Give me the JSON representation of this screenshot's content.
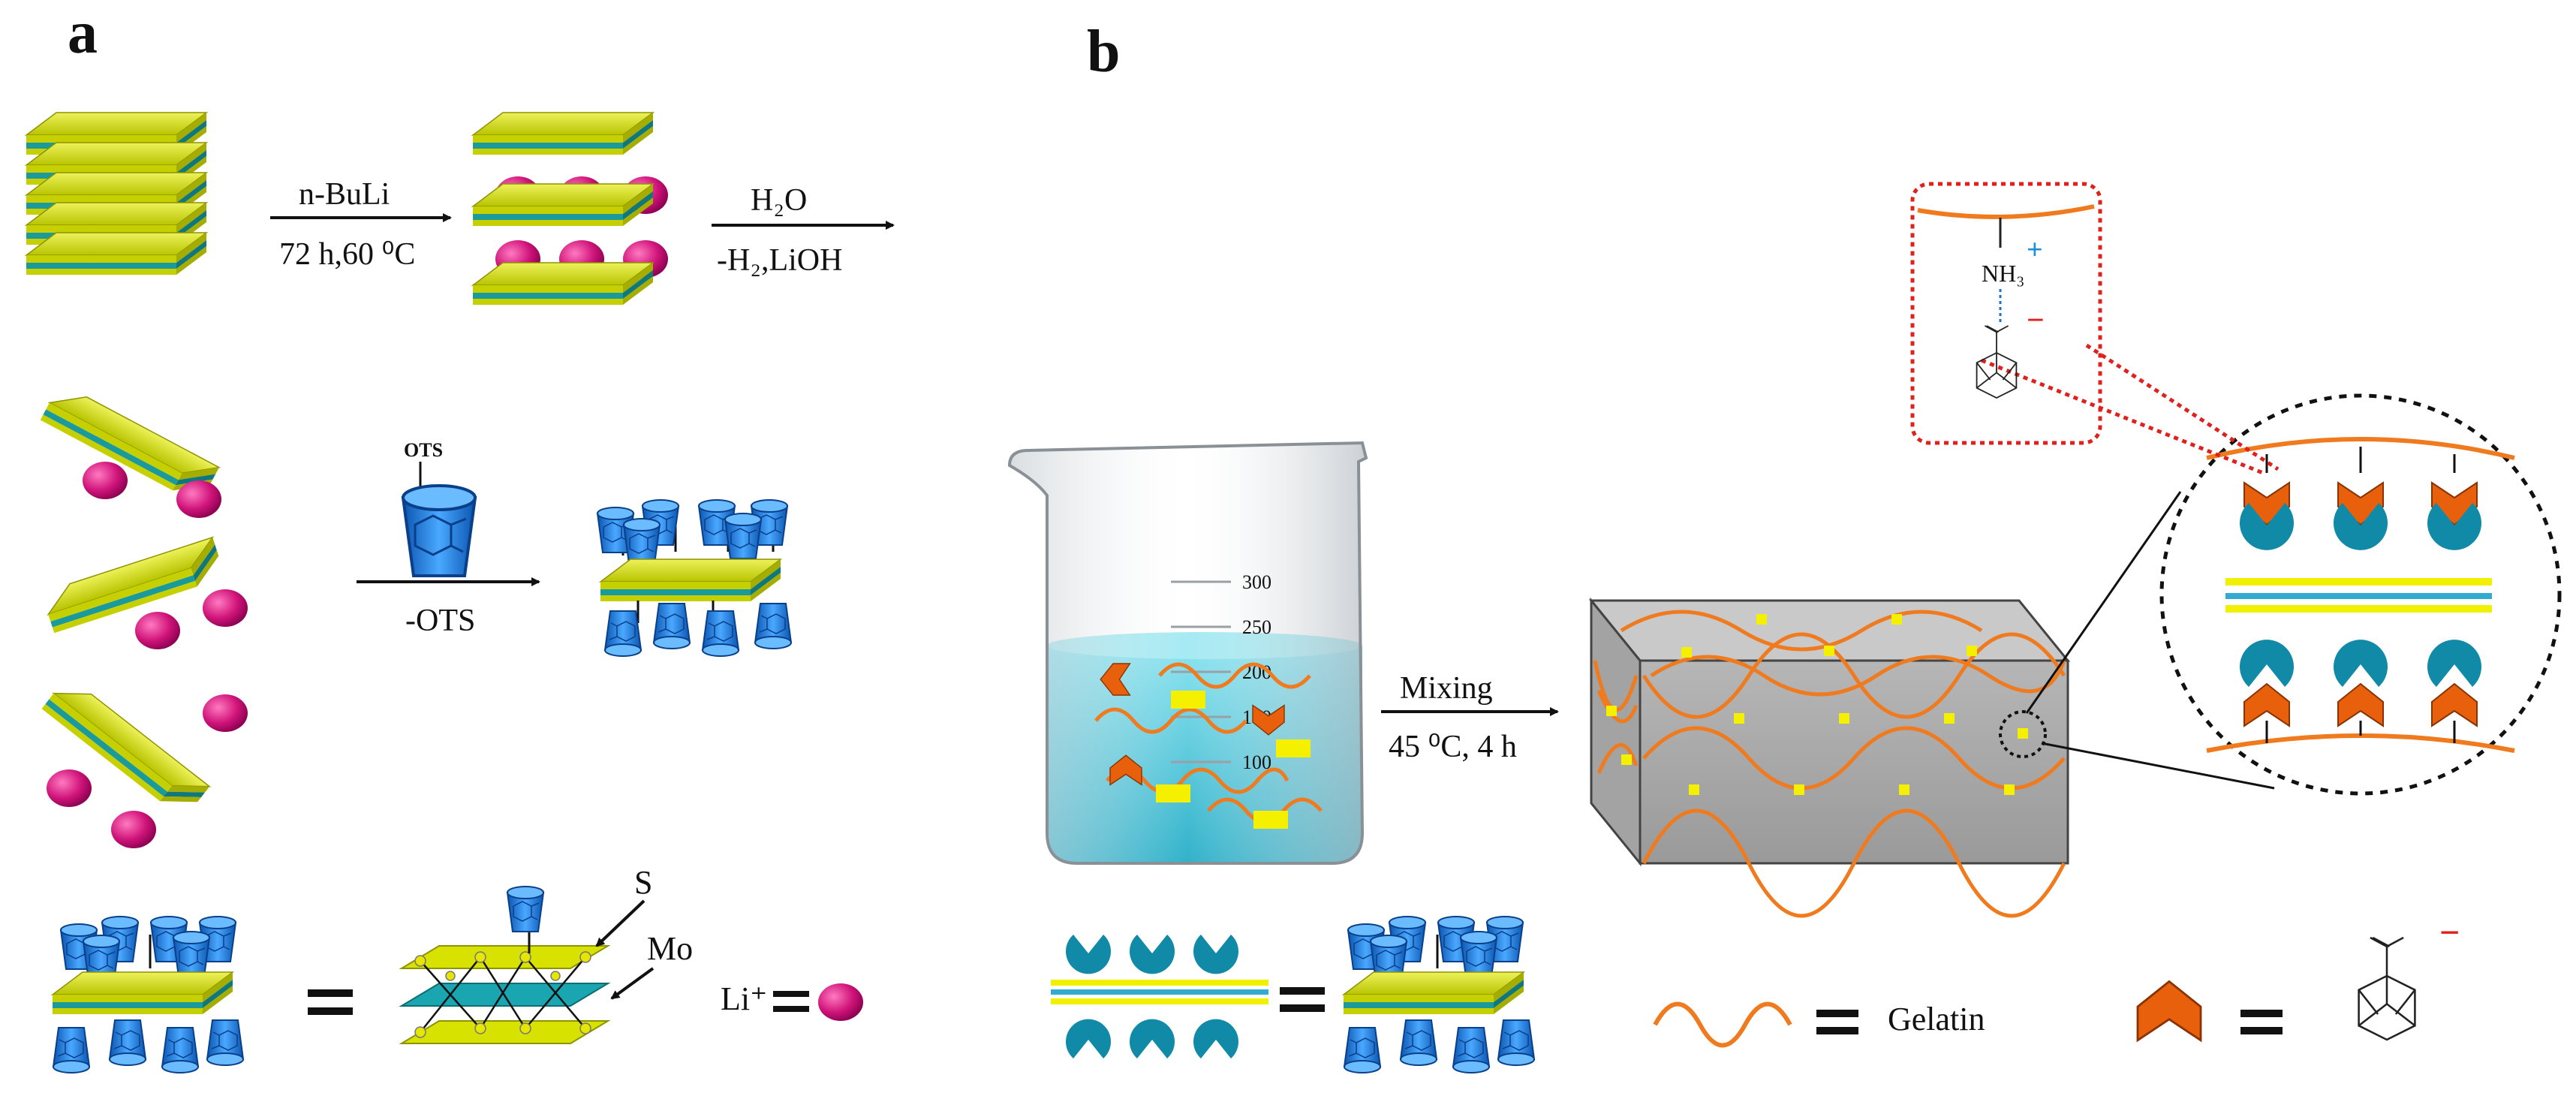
{
  "panel_a": {
    "letter": "a",
    "step1_top": "n-BuLi",
    "step1_bottom": "72 h,60 ⁰C",
    "step2_top": "H₂O",
    "step2_bottom": "-H₂,LiOH",
    "ots_label": "OTS",
    "step3_bottom": "-OTS",
    "label_s": "S",
    "label_mo": "Mo",
    "li_label": "Li⁺"
  },
  "panel_b": {
    "letter": "b",
    "beaker_ticks": [
      "300",
      "250",
      "200",
      "150",
      "100"
    ],
    "mix_top": "Mixing",
    "mix_bottom": "45 ⁰C, 4 h",
    "amine": "NH₃",
    "plus": "+",
    "minus": "−",
    "legend_gelatin": "Gelatin"
  },
  "colors": {
    "sheet_yellow": "#d4e000",
    "sheet_teal": "#1a9a9a",
    "li_magenta": "#d0147a",
    "cd_blue": "#1e7fd8",
    "gelatin_orange": "#f07a1e",
    "adamantane_orange": "#e8600c",
    "crosslink_yellow": "#f5f000",
    "receptor_teal": "#118aa8",
    "zoom_red": "#e0201c"
  }
}
